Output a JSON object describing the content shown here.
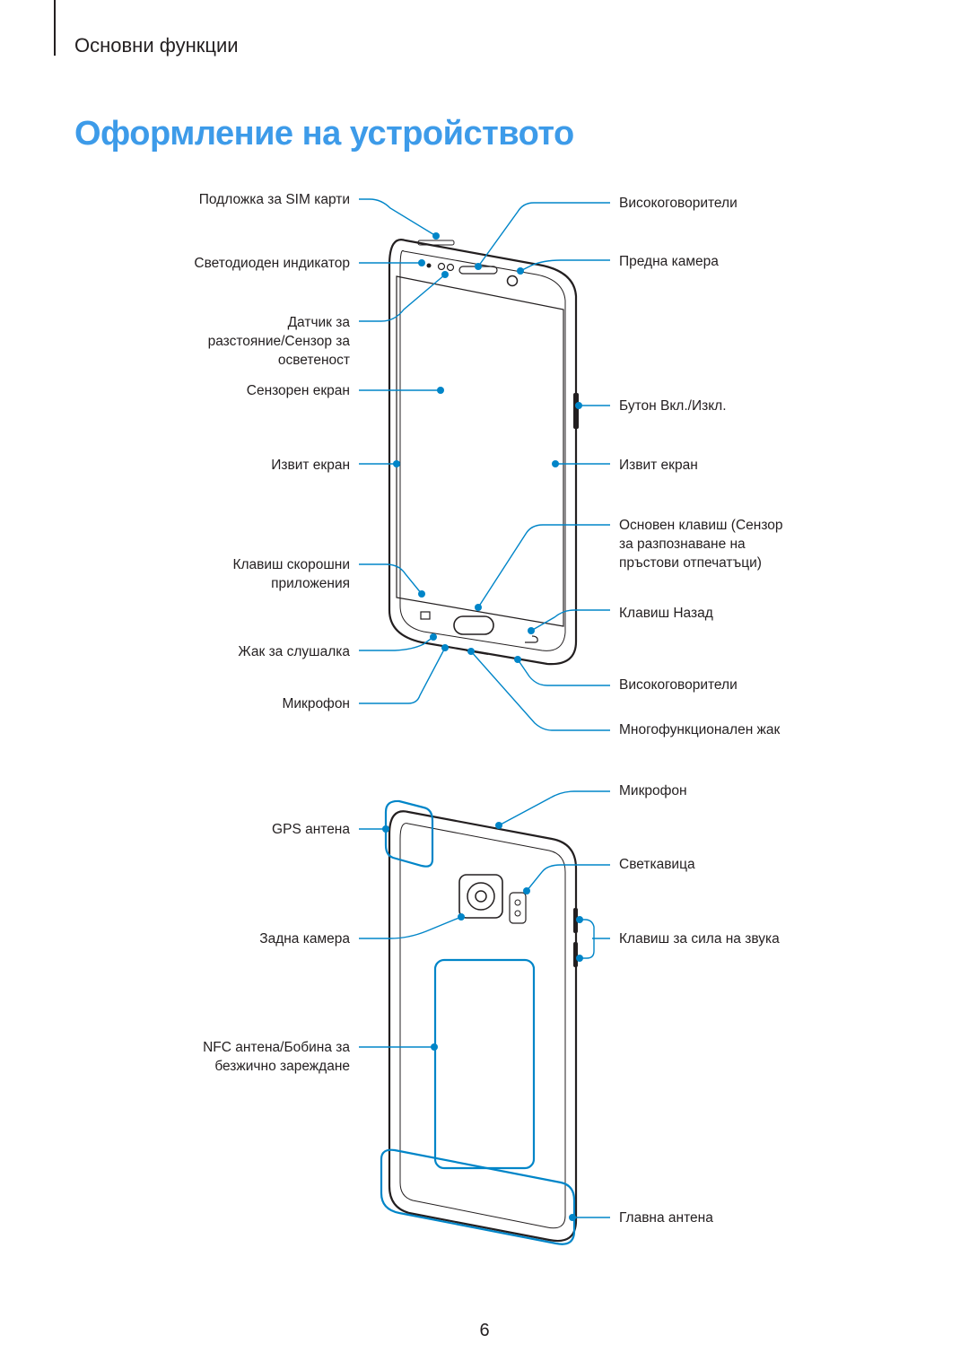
{
  "header": {
    "section": "Основни функции",
    "title": "Оформление на устройството"
  },
  "front_labels": {
    "sim_tray": "Подложка за SIM карти",
    "led_indicator": "Светодиоден индикатор",
    "proximity_sensor": "Датчик за\nразстояние/Сензор за\nосветеност",
    "touchscreen": "Сензорен екран",
    "edge_screen_left": "Извит екран",
    "recent_apps_key": "Клавиш скорошни\nприложения",
    "earphone_jack": "Жак за слушалка",
    "microphone_bottom": "Микрофон",
    "speaker_top": "Високоговорители",
    "front_camera": "Предна камера",
    "power_key": "Бутон Вкл./Изкл.",
    "edge_screen_right": "Извит екран",
    "home_key": "Основен клавиш (Сензор\nза разпознаване на\nпръстови отпечатъци)",
    "back_key": "Клавиш Назад",
    "speaker_bottom": "Високоговорители",
    "multipurpose_jack": "Многофункционален жак"
  },
  "back_labels": {
    "gps_antenna": "GPS антена",
    "rear_camera": "Задна камера",
    "nfc_antenna": "NFC антена/Бобина за\nбезжично зареждане",
    "microphone_top": "Микрофон",
    "flash": "Светкавица",
    "volume_key": "Клавиш за сила на звука",
    "main_antenna": "Главна антена"
  },
  "colors": {
    "accent": "#3d9be9",
    "callout": "#0085c8",
    "outline": "#231f20"
  },
  "footer": {
    "page_number": "6"
  }
}
